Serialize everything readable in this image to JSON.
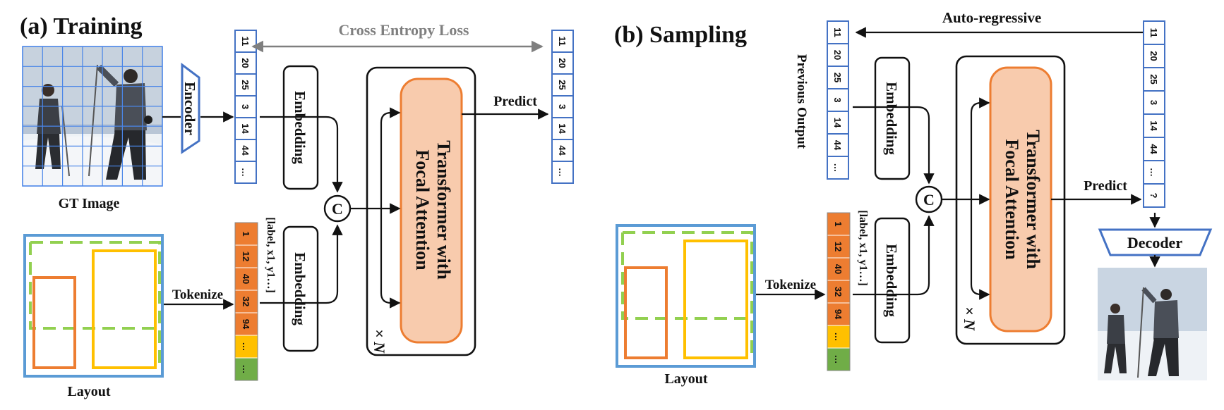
{
  "training": {
    "title": "(a) Training",
    "gt_image_label": "GT Image",
    "encoder_label": "Encoder",
    "cross_entropy_label": "Cross Entropy Loss",
    "predict_label": "Predict",
    "embedding_top": "Embedding",
    "embedding_bottom": "Embedding",
    "transformer_line1": "Transformer with",
    "transformer_line2": "Focal Attention",
    "repeat_label": "× N",
    "concat_label": "C",
    "layout_label": "Layout",
    "tokenize_label": "Tokenize",
    "token_format": "[label, x1, y1…]",
    "image_tokens": [
      "11",
      "20",
      "25",
      "3",
      "14",
      "44",
      "…"
    ],
    "predicted_tokens": [
      "11",
      "20",
      "25",
      "3",
      "14",
      "44",
      "…"
    ],
    "layout_tokens": [
      "1",
      "12",
      "40",
      "32",
      "94",
      "…",
      "…"
    ]
  },
  "sampling": {
    "title": "(b) Sampling",
    "autoregressive_label": "Auto-regressive",
    "previous_output_label": "Previous Output",
    "embedding_top": "Embedding",
    "embedding_bottom": "Embedding",
    "transformer_line1": "Transformer with",
    "transformer_line2": "Focal Attention",
    "repeat_label": "× N",
    "concat_label": "C",
    "predict_label": "Predict",
    "decoder_label": "Decoder",
    "layout_label": "Layout",
    "tokenize_label": "Tokenize",
    "token_format": "[label, x1, y1…]",
    "previous_tokens": [
      "11",
      "20",
      "25",
      "3",
      "14",
      "44",
      "…"
    ],
    "output_tokens": [
      "11",
      "20",
      "25",
      "3",
      "14",
      "44",
      "…",
      "?"
    ],
    "layout_tokens": [
      "1",
      "12",
      "40",
      "32",
      "94",
      "…",
      "…"
    ]
  },
  "colors": {
    "token_border": "#4472c4",
    "layout_border": "#5b9bd5",
    "encoder_fill": "#ffffff",
    "transformer_fill": "#f8cbad",
    "transformer_border": "#ed7d31",
    "orange_token": "#ed7d31",
    "yellow_token": "#ffc000",
    "green_token": "#70ad47",
    "green_dash": "#92d050",
    "orange_box": "#ed7d31",
    "yellow_box": "#ffc000",
    "loss_arrow": "#7f7f7f"
  }
}
